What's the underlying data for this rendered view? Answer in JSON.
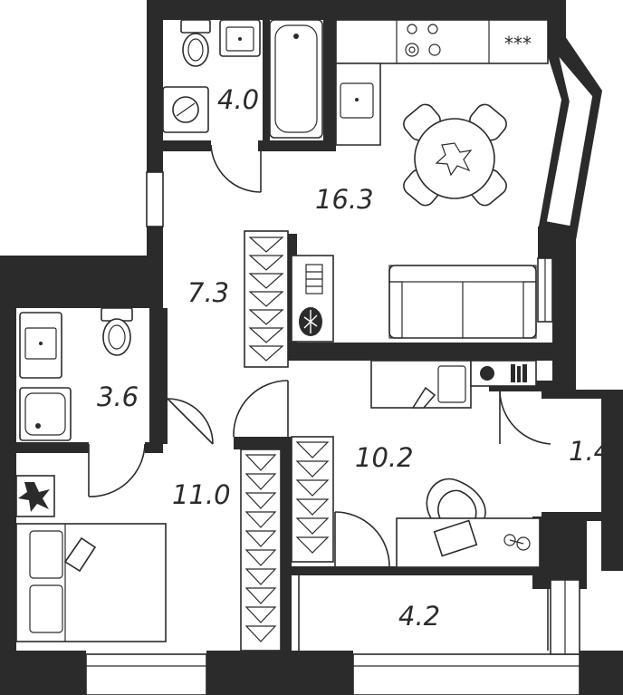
{
  "plan": {
    "rooms": [
      {
        "id": "bathroom",
        "area": "4.0"
      },
      {
        "id": "kitchen-living",
        "area": "16.3"
      },
      {
        "id": "hallway",
        "area": "7.3"
      },
      {
        "id": "wc",
        "area": "3.6"
      },
      {
        "id": "bedroom",
        "area": "11.0"
      },
      {
        "id": "room",
        "area": "10.2"
      },
      {
        "id": "storage",
        "area": "1.4"
      },
      {
        "id": "balcony",
        "area": "4.2"
      }
    ],
    "colors": {
      "wall": "#2b2b2b",
      "floor": "#ffffff"
    }
  }
}
